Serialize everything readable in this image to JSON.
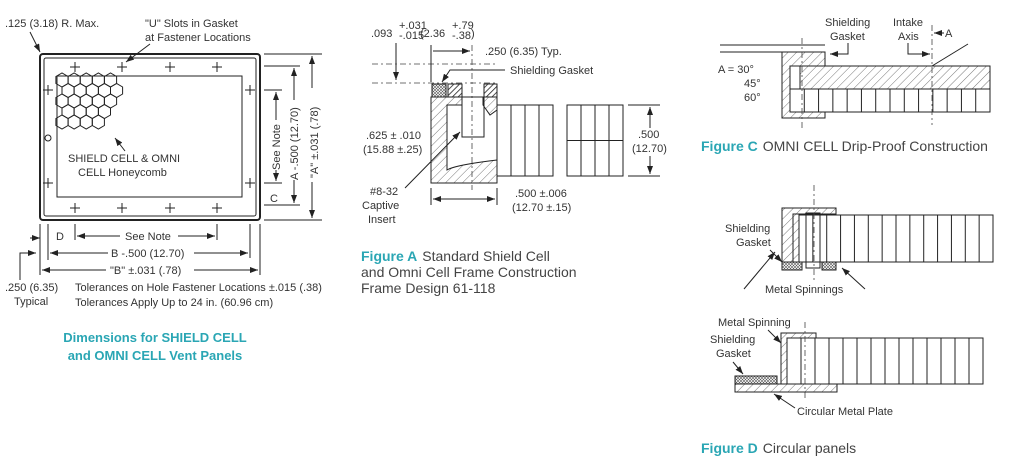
{
  "panel": {
    "radius_note": ".125 (3.18) R. Max.",
    "u_slots_line1": "\"U\" Slots in Gasket",
    "u_slots_line2": "at Fastener Locations",
    "honeycomb_line1": "SHIELD CELL & OMNI",
    "honeycomb_line2": "CELL Honeycomb",
    "see_note_v": "See Note",
    "a_minus": "A -.500 (12.70)",
    "a_tol": "\"A\" ±.031 (.78)",
    "c_label": "C",
    "d_label": "D",
    "see_note_h": "See Note",
    "b_minus": "B -.500 (12.70)",
    "b_tol": "\"B\" ±.031 (.78)",
    "typical_dim": ".250 (6.35)",
    "typical_label": "Typical",
    "tolerance1": "Tolerances on Hole Fastener Locations ±.015 (.38)",
    "tolerance2": "Tolerances Apply Up to 24 in. (60.96 cm)",
    "caption_line1": "Dimensions for SHIELD CELL",
    "caption_line2": "and OMNI CELL Vent Panels"
  },
  "figure_a": {
    "dim_093": ".093",
    "dim_093_plus": "+.031",
    "dim_093_minus": "-.015",
    "dim_236": "(2.36",
    "dim_236_plus": "+.79",
    "dim_236_minus": "-.38",
    "dim_236_close": ")",
    "typ": ".250 (6.35) Typ.",
    "gasket": "Shielding Gasket",
    "h625": ".625 ± .010",
    "h625_mm": "(15.88 ±.25)",
    "h500": ".500",
    "h500_mm": "(12.70)",
    "insert1": "#8-32",
    "insert2": "Captive",
    "insert3": "Insert",
    "w500": ".500 ±.006",
    "w500_mm": "(12.70 ±.15)",
    "caption_label": "Figure A",
    "caption_line1": "Standard Shield Cell",
    "caption_line2": "and Omni Cell Frame Construction",
    "caption_line3": "Frame Design 61-118"
  },
  "figure_c": {
    "gasket1": "Shielding",
    "gasket2": "Gasket",
    "intake1": "Intake",
    "intake2": "Axis",
    "angle_label": "A",
    "angles": [
      "A = 30°",
      "45°",
      "60°"
    ],
    "caption_label": "Figure C",
    "caption_text": "OMNI CELL Drip-Proof Construction"
  },
  "figure_d": {
    "gasket1": "Shielding",
    "gasket2": "Gasket",
    "spinnings": "Metal Spinnings",
    "spinning": "Metal Spinning",
    "gasket_b1": "Shielding",
    "gasket_b2": "Gasket",
    "plate": "Circular Metal Plate",
    "caption_label": "Figure D",
    "caption_text": "Circular panels"
  },
  "colors": {
    "caption_accent": "#2aa6b4"
  }
}
